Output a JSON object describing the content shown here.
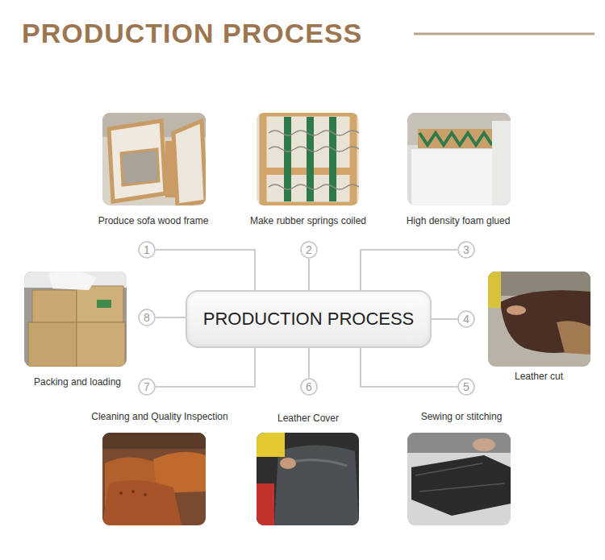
{
  "diagram": {
    "title": "PRODUCTION PROCESS",
    "nodes": [
      {
        "text": [
          "PRODUCTION PROCESS"
        ]
      },
      {
        "text": [
          "1"
        ]
      },
      {
        "text": [
          "2"
        ]
      },
      {
        "text": [
          "3"
        ]
      },
      {
        "text": [
          "4"
        ]
      },
      {
        "text": [
          "5"
        ]
      },
      {
        "text": [
          "6"
        ]
      },
      {
        "text": [
          "7"
        ]
      },
      {
        "text": [
          "8"
        ]
      }
    ],
    "edges": [
      {
        "from": 0,
        "to": 1,
        "arrow": "none"
      },
      {
        "from": 0,
        "to": 2,
        "arrow": "none"
      },
      {
        "from": 0,
        "to": 3,
        "arrow": "none"
      },
      {
        "from": 0,
        "to": 4,
        "arrow": "none"
      },
      {
        "from": 0,
        "to": 5,
        "arrow": "none"
      },
      {
        "from": 0,
        "to": 6,
        "arrow": "none"
      },
      {
        "from": 0,
        "to": 7,
        "arrow": "none"
      },
      {
        "from": 0,
        "to": 8,
        "arrow": "none"
      }
    ],
    "labels": [
      "Produce sofa wood frame",
      "Make rubber springs coiled",
      "High density foam glued",
      "Leather cut",
      "Sewing or stitching",
      "Leather Cover",
      "Cleaning and Quality Inspection",
      "Packing and loading"
    ]
  }
}
